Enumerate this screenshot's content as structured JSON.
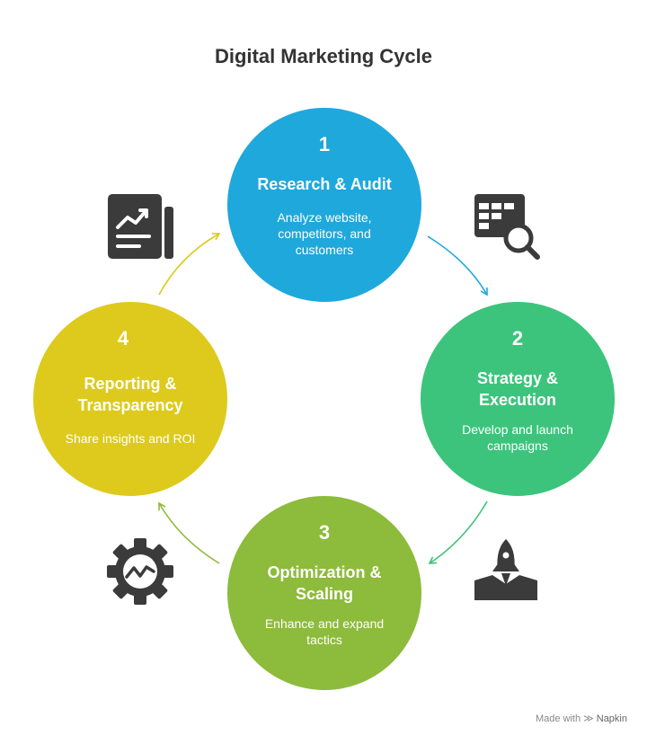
{
  "title": "Digital Marketing Cycle",
  "colors": {
    "step1": "#1FA8DC",
    "step2": "#3CC47C",
    "step3": "#8DBB3B",
    "step4": "#DDCA1C",
    "icon": "#3b3b3b"
  },
  "steps": [
    {
      "number": "1",
      "heading": "Research & Audit",
      "description": "Analyze website, competitors, and customers",
      "icon": "table-search-icon"
    },
    {
      "number": "2",
      "heading": "Strategy & Execution",
      "description": "Develop and launch campaigns",
      "icon": "rocket-launch-icon"
    },
    {
      "number": "3",
      "heading": "Optimization & Scaling",
      "description": "Enhance and expand tactics",
      "icon": "gear-trend-icon"
    },
    {
      "number": "4",
      "heading": "Reporting & Transparency",
      "description": "Share insights and ROI",
      "icon": "report-chart-icon"
    }
  ],
  "footer": {
    "prefix": "Made with",
    "brand": "Napkin"
  }
}
